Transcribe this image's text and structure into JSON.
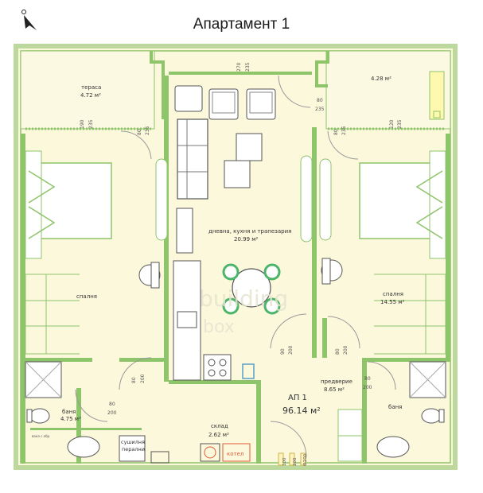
{
  "title": "Апартамент 1",
  "colors": {
    "outer_wall": "#cfe3b0",
    "wall": "#8ec46a",
    "floor": "#fbf8dc",
    "blue": "#7aa7d6",
    "accent_red": "#e05a3a"
  },
  "rooms": {
    "terrace_left": {
      "name": "тераса",
      "area": "4.72 м²"
    },
    "terrace_right": {
      "area": "4.28 м²"
    },
    "living": {
      "name": "дневна, кухня и трапезария",
      "area": "20.99 м²"
    },
    "bedroom_left": {
      "name": "спалня"
    },
    "bedroom_right": {
      "name": "спалня",
      "area": "14.55 м²"
    },
    "bath_left": {
      "name": "баня",
      "area": "4.75 м²"
    },
    "bath_right": {
      "name": "баня"
    },
    "hall": {
      "name": "предверие",
      "area": "8.65 м²"
    },
    "storage": {
      "name": "склад",
      "area": "2.62 м²"
    },
    "laundry": {
      "line1": "сушилня",
      "line2": "перални"
    }
  },
  "apartment": {
    "code": "АП 1",
    "area": "96.14 м²"
  },
  "dims": {
    "top_w": "270",
    "top_h": "235",
    "tl_w": "190",
    "tl_h": "235",
    "tl2_w": "80",
    "tl2_h": "235",
    "tr_w": "80",
    "tr_h": "235",
    "tr2_w": "80",
    "tr2_h": "235",
    "tr3_w": "120",
    "tr3_h": "235",
    "d1_w": "90",
    "d1_h": "200",
    "d2_w": "80",
    "d2_h": "200",
    "d3_w": "80",
    "d3_h": "200",
    "d4_w": "80",
    "d4_h": "200",
    "d5_w": "80",
    "d5_h": "200",
    "b1": "100",
    "b2": "200",
    "b3": "Ф200"
  },
  "watermark": {
    "line1": "building",
    "line2": "box"
  },
  "boiler_label": "котел",
  "small_note": "вана с обр.",
  "north_symbol": "N"
}
